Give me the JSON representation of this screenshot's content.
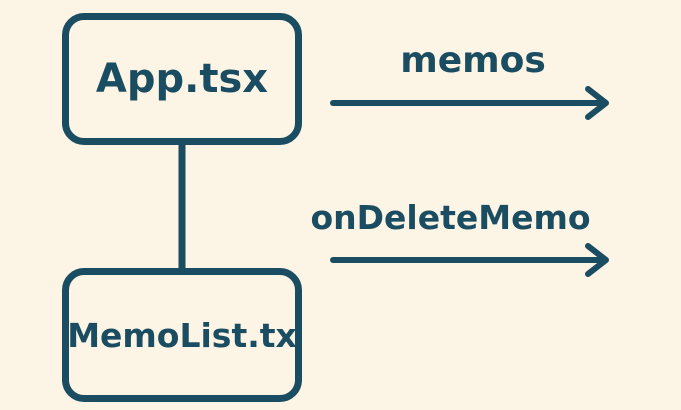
{
  "diagram": {
    "nodes": [
      {
        "id": "app",
        "label": "App.tsx"
      },
      {
        "id": "memolist",
        "label": "MemoList.tx"
      }
    ],
    "edges": [
      {
        "from": "app",
        "to": "memolist",
        "label": ""
      }
    ],
    "props": [
      {
        "label": "memos",
        "direction": "right"
      },
      {
        "label": "onDeleteMemo",
        "direction": "right"
      }
    ]
  },
  "colors": {
    "background": "#fcf4e4",
    "stroke": "#1a4c62"
  }
}
